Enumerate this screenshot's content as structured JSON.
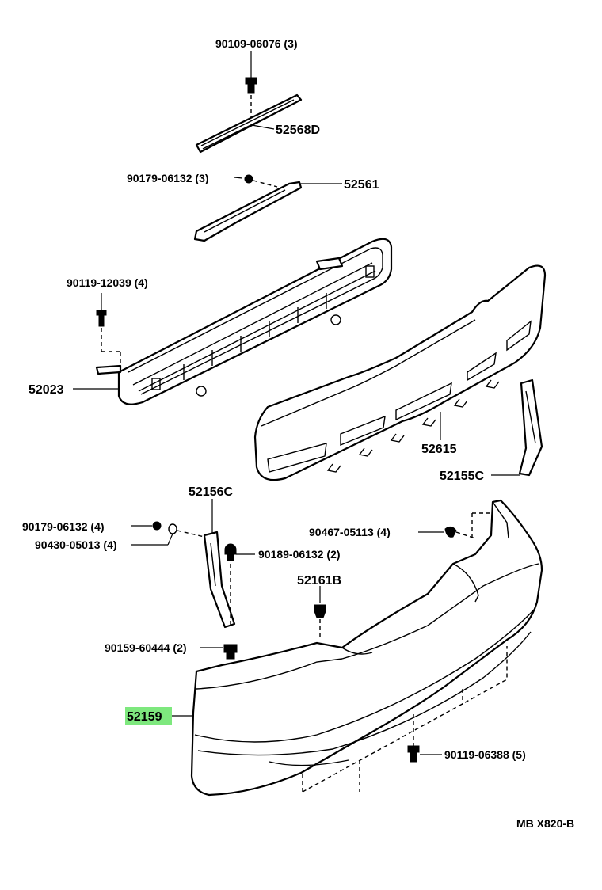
{
  "labels": {
    "l_90109_06076": "90109-06076 (3)",
    "l_52568D": "52568D",
    "l_90179_06132_3": "90179-06132 (3)",
    "l_52561": "52561",
    "l_90119_12039": "90119-12039 (4)",
    "l_52023": "52023",
    "l_52615": "52615",
    "l_52155C": "52155C",
    "l_52156C": "52156C",
    "l_90179_06132_4": "90179-06132 (4)",
    "l_90430_05013": "90430-05013 (4)",
    "l_90189_06132": "90189-06132 (2)",
    "l_90467_05113": "90467-05113 (4)",
    "l_52161B": "52161B",
    "l_90159_60444": "90159-60444 (2)",
    "l_52159": "52159",
    "l_90119_06388": "90119-06388 (5)",
    "l_code": "MB  X820-B"
  },
  "highlight_color": "#7ee87e"
}
